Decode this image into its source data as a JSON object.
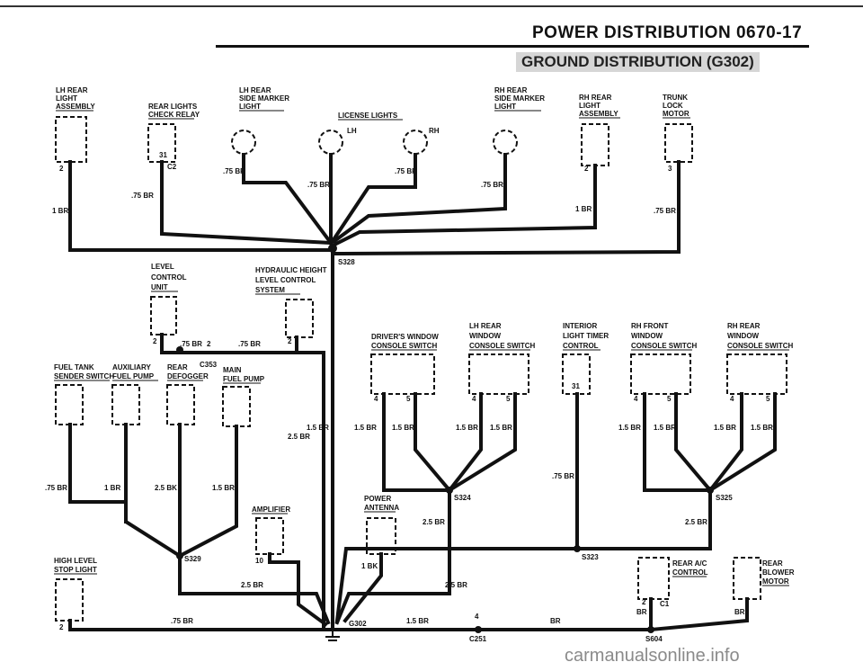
{
  "header": {
    "title": "POWER DISTRIBUTION  0670-17",
    "subtitle": "GROUND DISTRIBUTION (G302)"
  },
  "watermark": "carmanualsonline.info",
  "components": {
    "lh_rear_light": [
      "LH REAR",
      "LIGHT",
      "ASSEMBLY"
    ],
    "rear_lights_check_relay": [
      "REAR LIGHTS",
      "CHECK RELAY"
    ],
    "lh_rear_side_marker": [
      "LH REAR",
      "SIDE MARKER",
      "LIGHT"
    ],
    "license_lights": [
      "LICENSE LIGHTS"
    ],
    "license_lh": "LH",
    "license_rh": "RH",
    "rh_rear_side_marker": [
      "RH REAR",
      "SIDE MARKER",
      "LIGHT"
    ],
    "rh_rear_light": [
      "RH REAR",
      "LIGHT",
      "ASSEMBLY"
    ],
    "trunk_lock_motor": [
      "TRUNK",
      "LOCK",
      "MOTOR"
    ],
    "level_control_unit": [
      "LEVEL",
      "CONTROL",
      "UNIT"
    ],
    "hydraulic_height": [
      "HYDRAULIC HEIGHT",
      "LEVEL CONTROL",
      "SYSTEM"
    ],
    "fuel_tank_sender": [
      "FUEL TANK",
      "SENDER SWITCH"
    ],
    "auxiliary_fuel_pump": [
      "AUXILIARY",
      "FUEL PUMP"
    ],
    "rear_defogger": [
      "REAR",
      "DEFOGGER"
    ],
    "main_fuel_pump": [
      "MAIN",
      "FUEL PUMP"
    ],
    "drivers_window": [
      "DRIVER'S WINDOW",
      "CONSOLE SWITCH"
    ],
    "lh_rear_window": [
      "LH REAR",
      "WINDOW",
      "CONSOLE SWITCH"
    ],
    "interior_light_timer": [
      "INTERIOR",
      "LIGHT TIMER",
      "CONTROL"
    ],
    "rh_front_window": [
      "RH FRONT",
      "WINDOW",
      "CONSOLE SWITCH"
    ],
    "rh_rear_window": [
      "RH REAR",
      "WINDOW",
      "CONSOLE SWITCH"
    ],
    "high_level_stop_light": [
      "HIGH LEVEL",
      "STOP LIGHT"
    ],
    "amplifier": [
      "AMPLIFIER"
    ],
    "power_antenna": [
      "POWER",
      "ANTENNA"
    ],
    "rear_ac_control": [
      "REAR A/C",
      "CONTROL"
    ],
    "rear_blower_motor": [
      "REAR",
      "BLOWER",
      "MOTOR"
    ]
  },
  "splices": {
    "s328": "S328",
    "s329": "S329",
    "s324": "S324",
    "s325": "S325",
    "s323": "S323",
    "s604": "S604",
    "g302": "G302",
    "c251": "C251",
    "c353": "C353",
    "c2": "C2",
    "c1": "C1"
  },
  "wires": {
    "br_1": "1 BR",
    "br_075": ".75 BR",
    "br_15": "1.5 BR",
    "br_25": "2.5 BR",
    "bk_25": "2.5 BK",
    "bk_1": "1 BK",
    "br": "BR"
  },
  "pins": {
    "p2": "2",
    "p3": "3",
    "p4": "4",
    "p5": "5",
    "p10": "10",
    "p31": "31"
  }
}
